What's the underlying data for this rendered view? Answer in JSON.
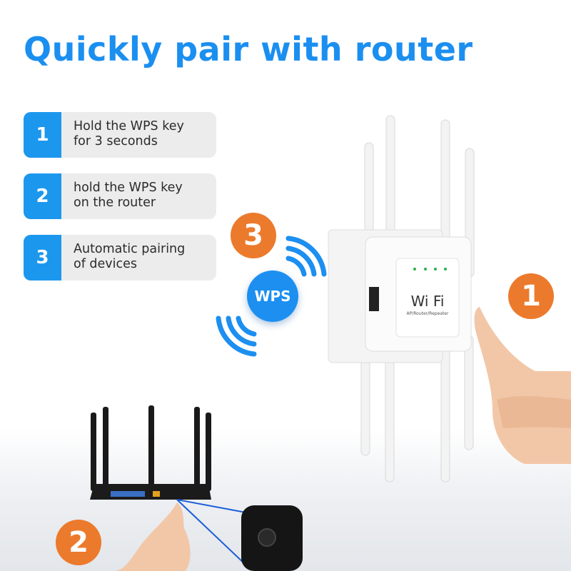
{
  "title": "Quickly pair with router",
  "steps": [
    {
      "number": "1",
      "line1": "Hold the WPS key",
      "line2": "for 3 seconds"
    },
    {
      "number": "2",
      "line1": "hold the WPS key",
      "line2": "on the router"
    },
    {
      "number": "3",
      "line1": "Automatic pairing",
      "line2": "of devices"
    }
  ],
  "badges": {
    "one": "1",
    "two": "2",
    "three": "3"
  },
  "wps_label": "WPS",
  "device": {
    "brand": "Wi Fi",
    "subtitle": "AP/Router/Repeater"
  },
  "colors": {
    "title": "#1b8ff0",
    "step_accent": "#1c97ee",
    "badge": "#ec7a2c"
  }
}
